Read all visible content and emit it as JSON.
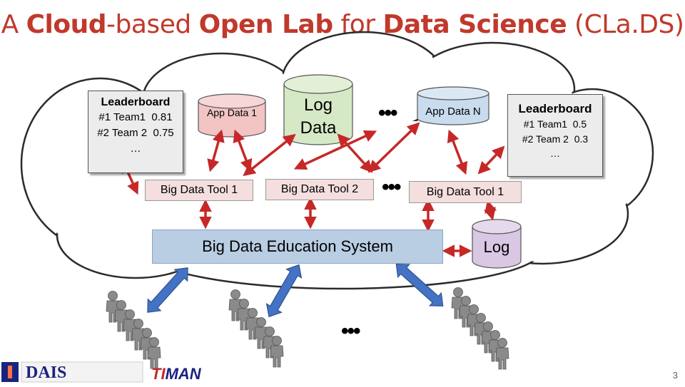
{
  "title": {
    "p1": "A ",
    "b1": "Cloud",
    "p2": "-based ",
    "b2": "Open Lab",
    "p3": " for ",
    "b3": "Data Science",
    "p4": " (CLa.DS)"
  },
  "leaderboard_left": {
    "header": "Leaderboard",
    "rows": [
      "#1 Team1  0.81",
      "#2 Team 2  0.75",
      "…"
    ]
  },
  "leaderboard_right": {
    "header": "Leaderboard",
    "rows": [
      "#1 Team1  0.5",
      "#2 Team 2  0.3",
      "…"
    ]
  },
  "app_data_1": "App Data 1",
  "log_data": "Log\nData",
  "app_data_n": "App Data N",
  "tool_1": "Big Data Tool 1",
  "tool_2": "Big Data Tool 2",
  "tool_1_right": "Big Data Tool 1",
  "education_system": "Big Data Education System",
  "log": "Log",
  "ellipsis": "•••",
  "page_number": "3",
  "logos": {
    "left": "DAIS",
    "right_a": "TI",
    "right_b": "MAN"
  },
  "colors": {
    "title": "#c0392b",
    "arrow": "#c62828",
    "cylinder_pink": "#f2c4c4",
    "cylinder_green": "#d6e9c6",
    "cylinder_blue": "#c8dcee",
    "cylinder_purple": "#d9c7e4",
    "edu_box": "#b9cde3",
    "tool_box": "#f4dede",
    "people": "#888888",
    "double_arrow": "#4472c4"
  }
}
